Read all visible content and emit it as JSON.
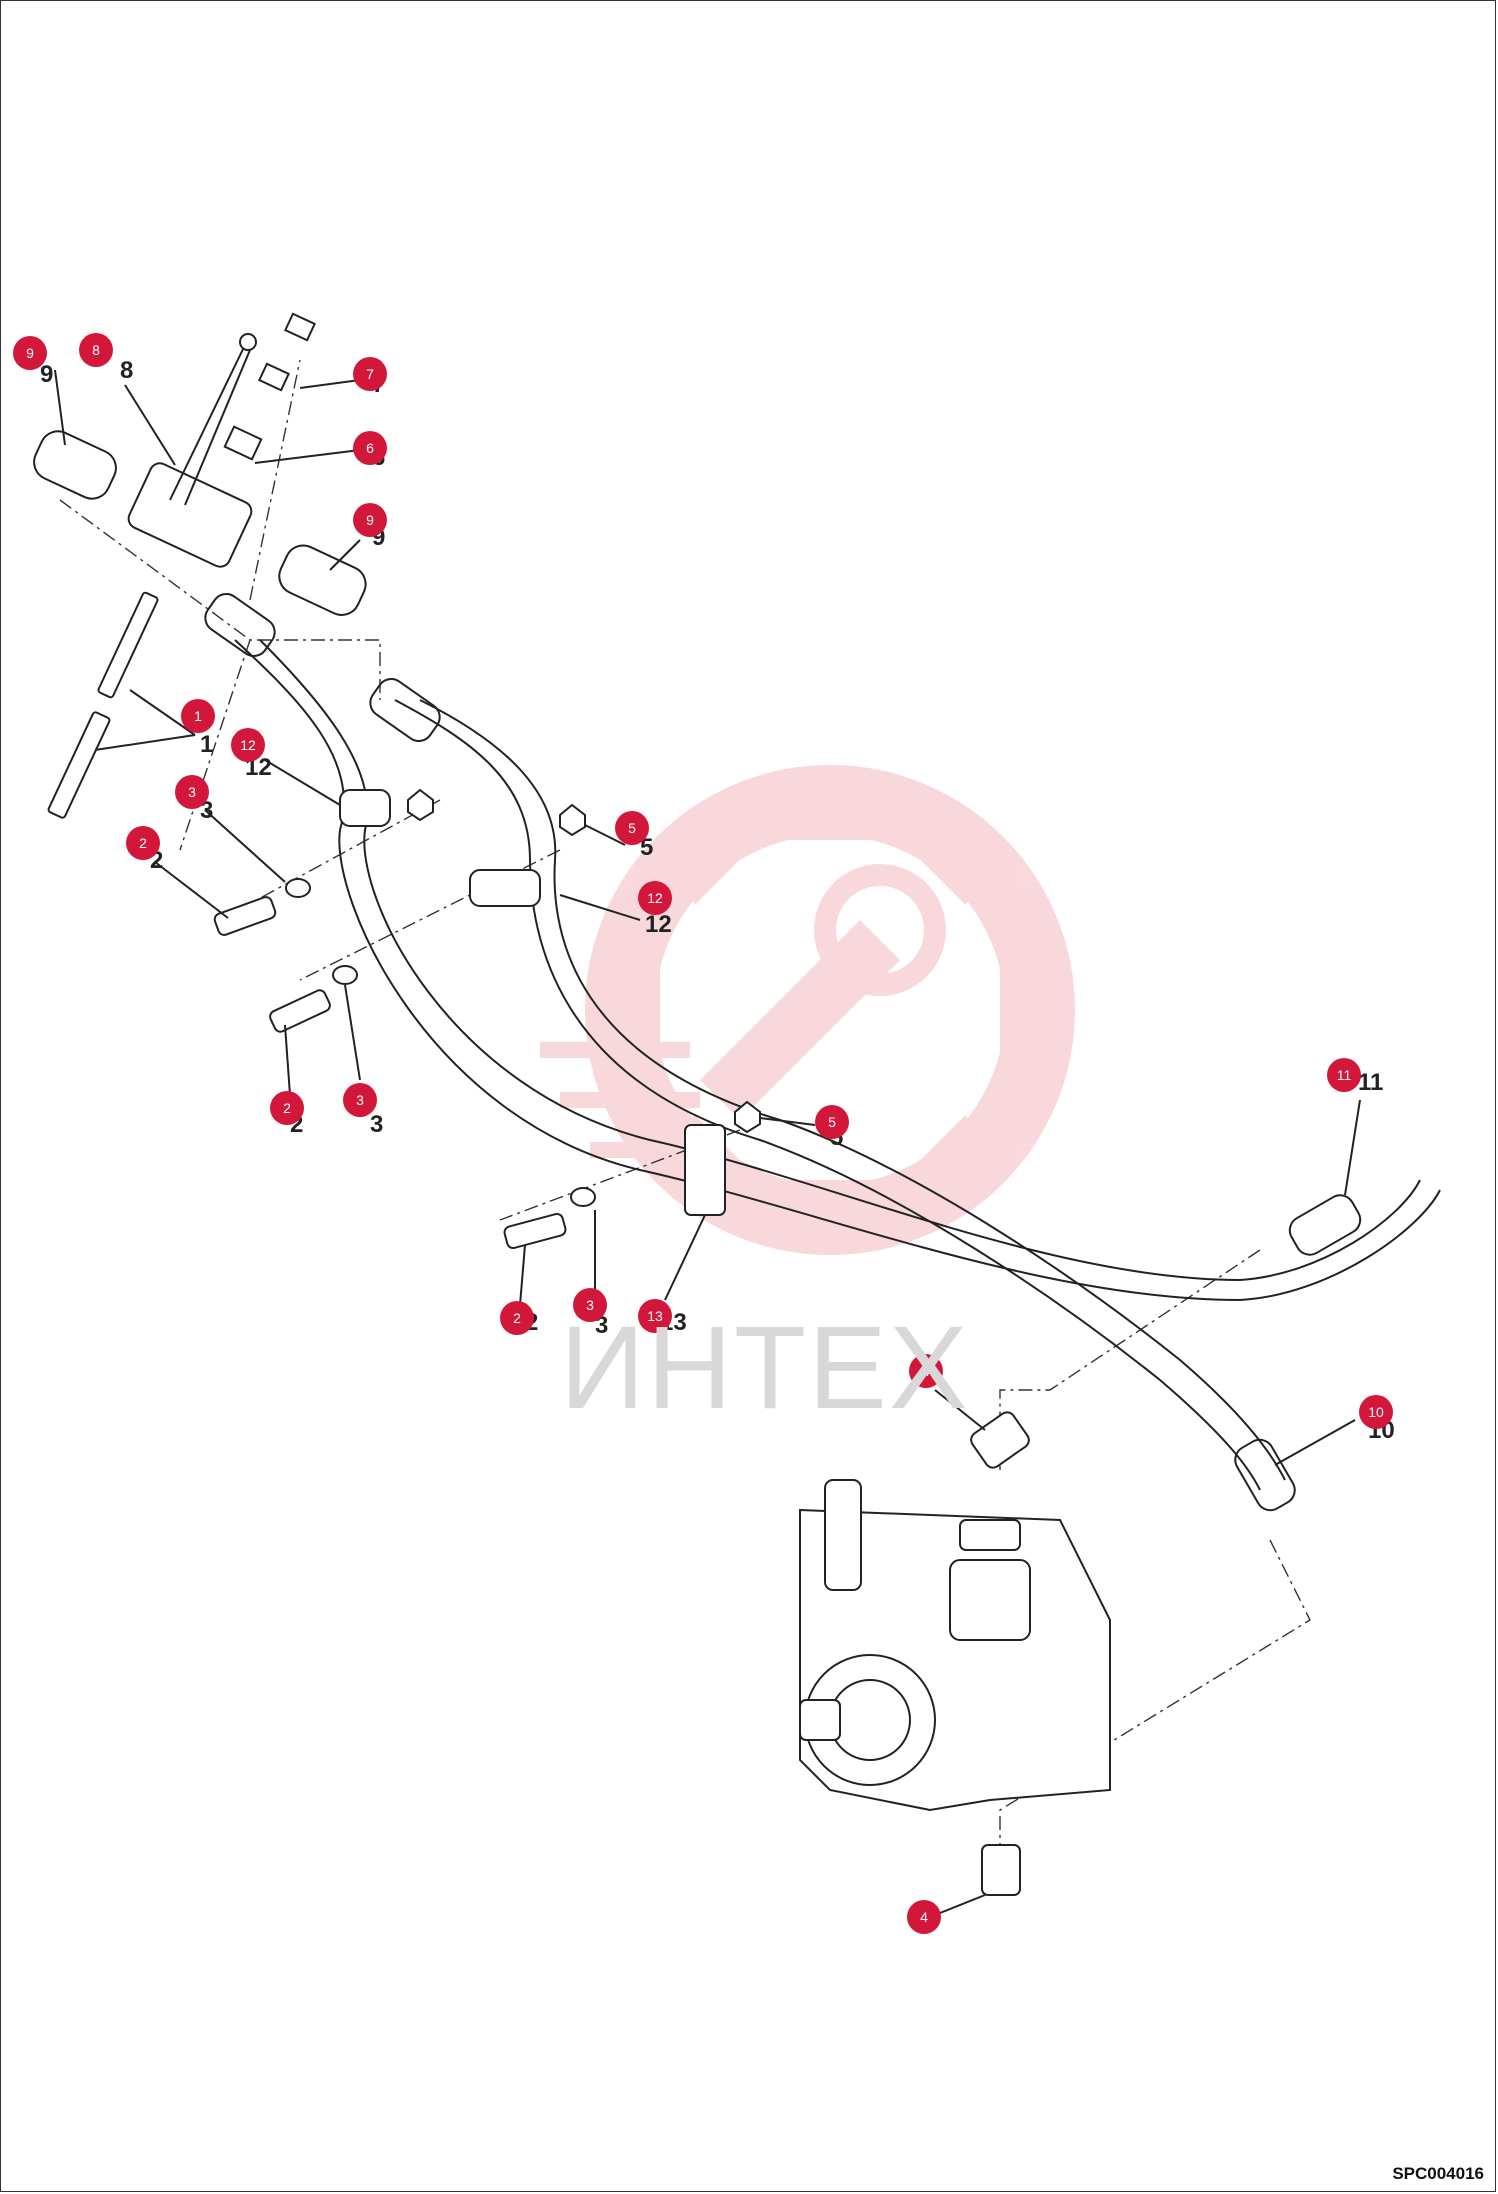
{
  "drawing_code": "SPC004016",
  "watermark": "ИНТЕХ",
  "colors": {
    "callout": "#d3173b",
    "watermark": "#f4b9bd",
    "line": "#222222"
  },
  "callouts": [
    {
      "label": "9"
    },
    {
      "label": "8"
    },
    {
      "label": "7"
    },
    {
      "label": "6"
    },
    {
      "label": "9"
    },
    {
      "label": "1"
    },
    {
      "label": "12"
    },
    {
      "label": "3"
    },
    {
      "label": "2"
    },
    {
      "label": "5"
    },
    {
      "label": "12"
    },
    {
      "label": "2"
    },
    {
      "label": "3"
    },
    {
      "label": "5"
    },
    {
      "label": "11"
    },
    {
      "label": "2"
    },
    {
      "label": "3"
    },
    {
      "label": "13"
    },
    {
      "label": "4"
    },
    {
      "label": "10"
    },
    {
      "label": "4"
    }
  ]
}
